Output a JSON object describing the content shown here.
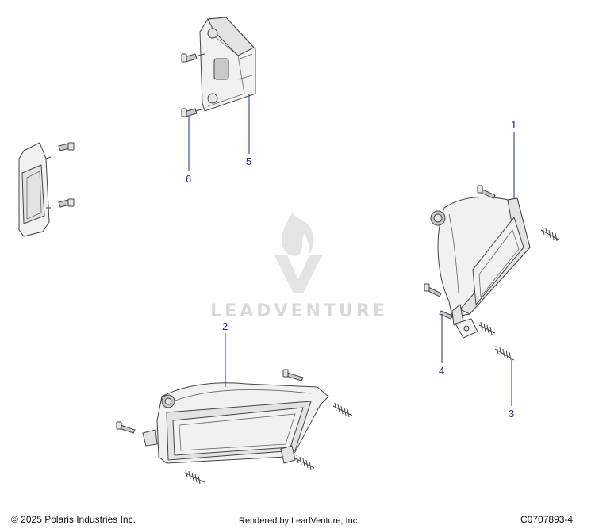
{
  "callouts": {
    "c1": "1",
    "c2": "2",
    "c3": "3",
    "c4": "4",
    "c5": "5",
    "c6": "6"
  },
  "watermark": {
    "text": "LEADVENTURE"
  },
  "footer": {
    "copyright": "© 2025 Polaris Industries Inc.",
    "rendered_by": "Rendered by LeadVenture, Inc.",
    "diagram_code": "C0707893-4"
  },
  "colors": {
    "callout": "#1f2b8f",
    "line_art": "#444444",
    "watermark": "#d9d9d9"
  }
}
